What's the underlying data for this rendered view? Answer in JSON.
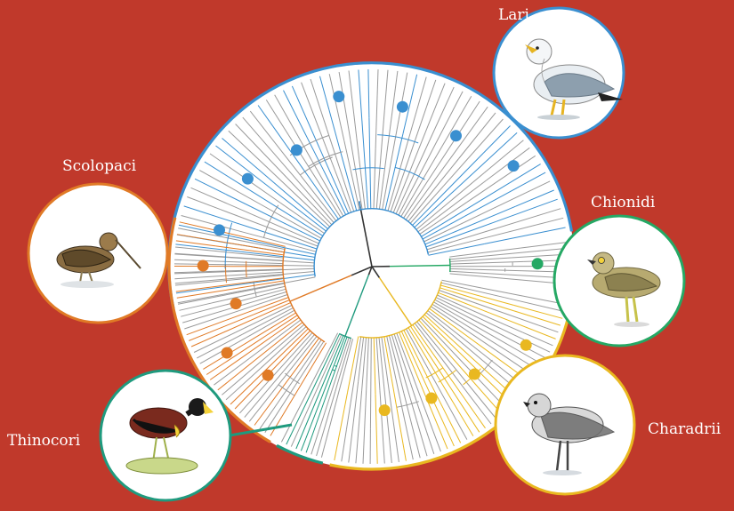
{
  "figure": {
    "background": "#c0392b",
    "tree_color_default": "#9a9a9a",
    "root_color": "#333333"
  },
  "clades": [
    {
      "id": "lari",
      "label": "Lari",
      "color": "#3a8fd0",
      "bird": "gull"
    },
    {
      "id": "chionidi",
      "label": "Chionidi",
      "color": "#25a864",
      "bird": "thick-knee"
    },
    {
      "id": "charadrii",
      "label": "Charadrii",
      "color": "#e9b820",
      "bird": "plover"
    },
    {
      "id": "thinocori",
      "label": "Thinocori",
      "color": "#1f9a7e",
      "bird": "jacana"
    },
    {
      "id": "scolopaci",
      "label": "Scolopaci",
      "color": "#e07a26",
      "bird": "snipe"
    }
  ]
}
